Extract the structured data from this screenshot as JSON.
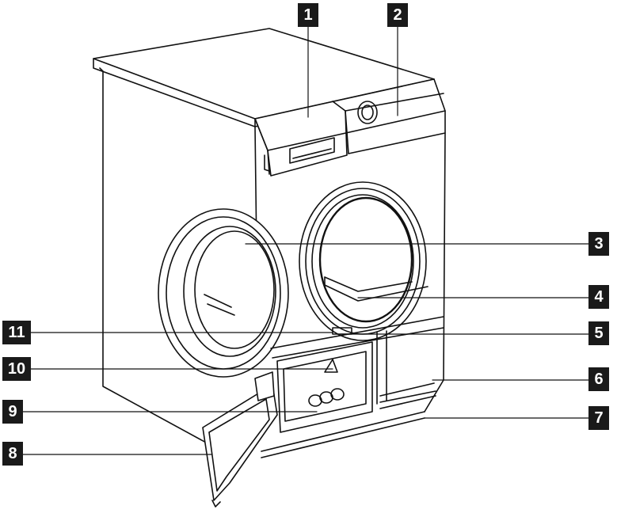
{
  "diagram": {
    "subject": "tumble dryer front view with door and service hatch open",
    "line_color": "#111111",
    "callout_bg": "#1a1a1a",
    "callout_text_color": "#ffffff",
    "callouts": [
      "1",
      "2",
      "3",
      "4",
      "5",
      "6",
      "7",
      "8",
      "9",
      "10",
      "11"
    ]
  }
}
